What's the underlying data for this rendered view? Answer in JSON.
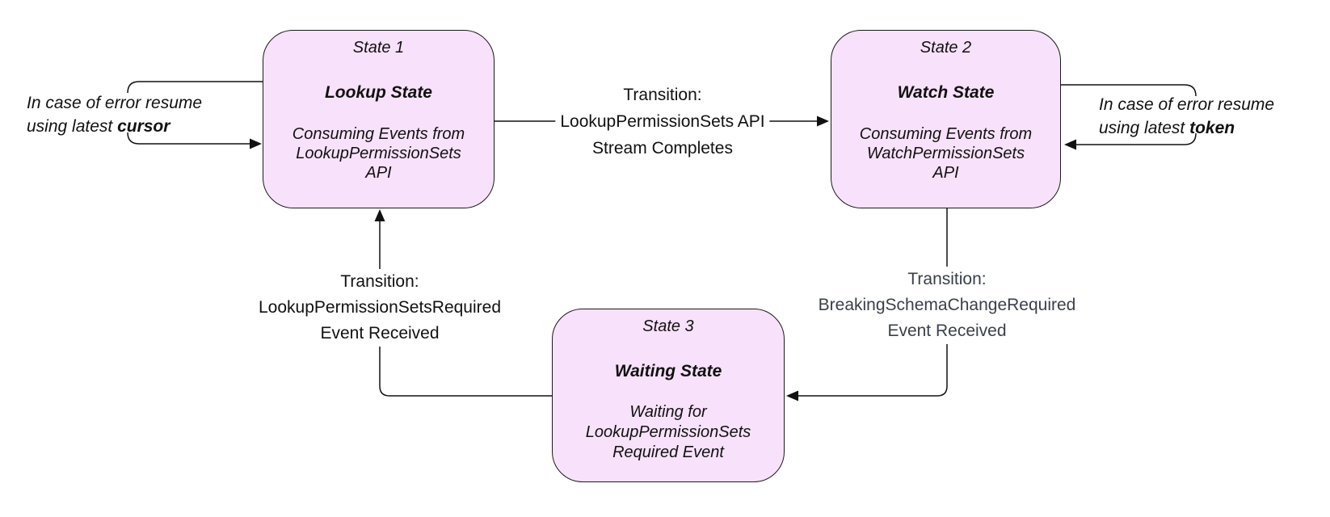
{
  "diagram": {
    "states": [
      {
        "title": "State 1",
        "name": "Lookup State",
        "desc_lines": [
          "Consuming Events from",
          "LookupPermissionSets",
          "API"
        ]
      },
      {
        "title": "State 2",
        "name": "Watch State",
        "desc_lines": [
          "Consuming Events from",
          "WatchPermissionSets",
          "API"
        ]
      },
      {
        "title": "State 3",
        "name": "Waiting State",
        "desc_lines": [
          "Waiting for",
          "LookupPermissionSets",
          "Required Event"
        ]
      }
    ],
    "transitions": [
      {
        "id": "state1-to-state2",
        "lines": [
          "Transition:",
          "LookupPermissionSets API",
          "Stream Completes"
        ]
      },
      {
        "id": "state2-to-state3",
        "lines": [
          "Transition:",
          "BreakingSchemaChangeRequired",
          "Event Received"
        ]
      },
      {
        "id": "state3-to-state1",
        "lines": [
          "Transition:",
          "LookupPermissionSetsRequired",
          "Event Received"
        ]
      }
    ],
    "error_notes": [
      {
        "id": "state1-error-loop",
        "line1": "In case of error resume",
        "line2_prefix": "using latest ",
        "keyword": "cursor"
      },
      {
        "id": "state2-error-loop",
        "line1": "In case of error resume",
        "line2_prefix": "using latest ",
        "keyword": "token"
      }
    ],
    "colors": {
      "state_fill": "#f8e1fa",
      "state_border": "#1a1a1a",
      "line": "#111111",
      "text": "#111111",
      "muted_text": "#3a404b",
      "background": "#ffffff"
    }
  }
}
